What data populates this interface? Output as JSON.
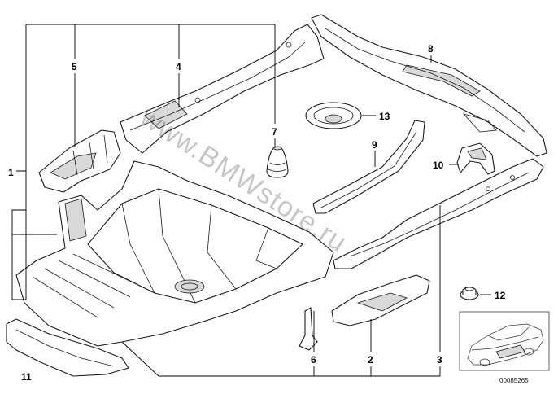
{
  "diagram": {
    "callouts": [
      {
        "id": "1",
        "label": "1"
      },
      {
        "id": "2",
        "label": "2"
      },
      {
        "id": "3",
        "label": "3"
      },
      {
        "id": "4",
        "label": "4"
      },
      {
        "id": "5",
        "label": "5"
      },
      {
        "id": "6",
        "label": "6"
      },
      {
        "id": "7",
        "label": "7"
      },
      {
        "id": "8",
        "label": "8"
      },
      {
        "id": "9",
        "label": "9"
      },
      {
        "id": "10",
        "label": "10"
      },
      {
        "id": "11",
        "label": "11"
      },
      {
        "id": "12",
        "label": "12"
      },
      {
        "id": "13",
        "label": "13"
      }
    ],
    "watermark": "www.BMWstore.ru",
    "inset_code": "00085265"
  }
}
